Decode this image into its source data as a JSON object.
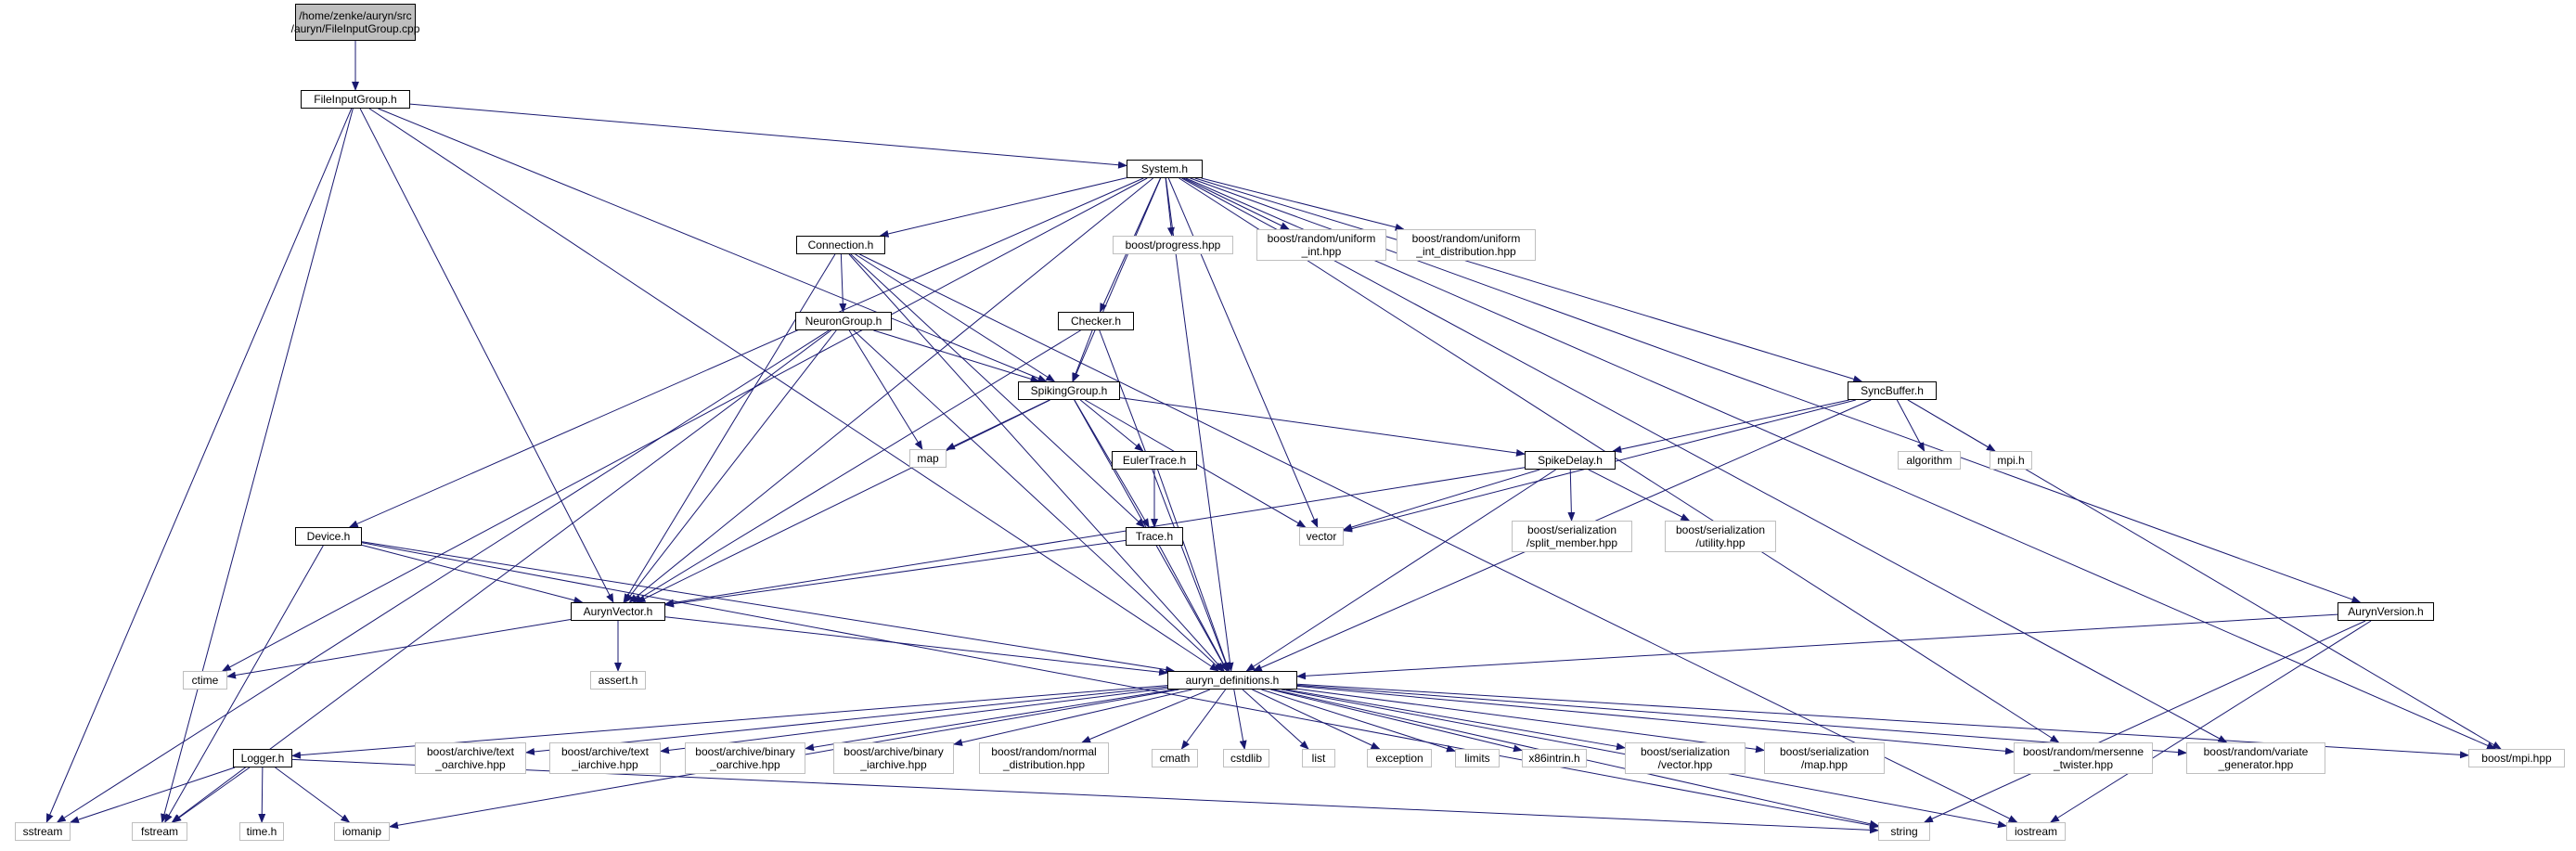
{
  "graph": {
    "title": "",
    "edge_color": "#191970",
    "root_fill": "#bfbfbf",
    "system_border": "#bfbfbf",
    "nodes": [
      {
        "id": "root",
        "label": "/home/zenke/auryn/src\n/auryn/FileInputGroup.cpp",
        "kind": "root"
      },
      {
        "id": "fileinputgroup",
        "label": "FileInputGroup.h",
        "kind": "local"
      },
      {
        "id": "system",
        "label": "System.h",
        "kind": "local"
      },
      {
        "id": "connection",
        "label": "Connection.h",
        "kind": "local"
      },
      {
        "id": "progress",
        "label": "boost/progress.hpp",
        "kind": "system"
      },
      {
        "id": "uniform_int",
        "label": "boost/random/uniform\n_int.hpp",
        "kind": "system"
      },
      {
        "id": "uniform_int_dist",
        "label": "boost/random/uniform\n_int_distribution.hpp",
        "kind": "system"
      },
      {
        "id": "neurongroup",
        "label": "NeuronGroup.h",
        "kind": "local"
      },
      {
        "id": "checker",
        "label": "Checker.h",
        "kind": "local"
      },
      {
        "id": "spikinggroup",
        "label": "SpikingGroup.h",
        "kind": "local"
      },
      {
        "id": "syncbuffer",
        "label": "SyncBuffer.h",
        "kind": "local"
      },
      {
        "id": "map",
        "label": "map",
        "kind": "system"
      },
      {
        "id": "eulertrace",
        "label": "EulerTrace.h",
        "kind": "local"
      },
      {
        "id": "spikedelay",
        "label": "SpikeDelay.h",
        "kind": "local"
      },
      {
        "id": "algorithm",
        "label": "algorithm",
        "kind": "system"
      },
      {
        "id": "mpih",
        "label": "mpi.h",
        "kind": "system"
      },
      {
        "id": "device",
        "label": "Device.h",
        "kind": "local"
      },
      {
        "id": "trace",
        "label": "Trace.h",
        "kind": "local"
      },
      {
        "id": "vector",
        "label": "vector",
        "kind": "system"
      },
      {
        "id": "split_member",
        "label": "boost/serialization\n/split_member.hpp",
        "kind": "system"
      },
      {
        "id": "utility",
        "label": "boost/serialization\n/utility.hpp",
        "kind": "system"
      },
      {
        "id": "aurynvector",
        "label": "AurynVector.h",
        "kind": "local"
      },
      {
        "id": "aurynversion",
        "label": "AurynVersion.h",
        "kind": "local"
      },
      {
        "id": "ctime",
        "label": "ctime",
        "kind": "system"
      },
      {
        "id": "asserth",
        "label": "assert.h",
        "kind": "system"
      },
      {
        "id": "auryn_definitions",
        "label": "auryn_definitions.h",
        "kind": "local"
      },
      {
        "id": "logger",
        "label": "Logger.h",
        "kind": "local"
      },
      {
        "id": "text_oarchive",
        "label": "boost/archive/text\n_oarchive.hpp",
        "kind": "system"
      },
      {
        "id": "text_iarchive",
        "label": "boost/archive/text\n_iarchive.hpp",
        "kind": "system"
      },
      {
        "id": "binary_oarchive",
        "label": "boost/archive/binary\n_oarchive.hpp",
        "kind": "system"
      },
      {
        "id": "binary_iarchive",
        "label": "boost/archive/binary\n_iarchive.hpp",
        "kind": "system"
      },
      {
        "id": "normal_dist",
        "label": "boost/random/normal\n_distribution.hpp",
        "kind": "system"
      },
      {
        "id": "cmath",
        "label": "cmath",
        "kind": "system"
      },
      {
        "id": "cstdlib",
        "label": "cstdlib",
        "kind": "system"
      },
      {
        "id": "list",
        "label": "list",
        "kind": "system"
      },
      {
        "id": "exception",
        "label": "exception",
        "kind": "system"
      },
      {
        "id": "limits",
        "label": "limits",
        "kind": "system"
      },
      {
        "id": "x86intrin",
        "label": "x86intrin.h",
        "kind": "system"
      },
      {
        "id": "ser_vector",
        "label": "boost/serialization\n/vector.hpp",
        "kind": "system"
      },
      {
        "id": "ser_map",
        "label": "boost/serialization\n/map.hpp",
        "kind": "system"
      },
      {
        "id": "mersenne",
        "label": "boost/random/mersenne\n_twister.hpp",
        "kind": "system"
      },
      {
        "id": "variate",
        "label": "boost/random/variate\n_generator.hpp",
        "kind": "system"
      },
      {
        "id": "boost_mpi",
        "label": "boost/mpi.hpp",
        "kind": "system"
      },
      {
        "id": "sstream",
        "label": "sstream",
        "kind": "system"
      },
      {
        "id": "fstream",
        "label": "fstream",
        "kind": "system"
      },
      {
        "id": "timeh",
        "label": "time.h",
        "kind": "system"
      },
      {
        "id": "iomanip",
        "label": "iomanip",
        "kind": "system"
      },
      {
        "id": "string",
        "label": "string",
        "kind": "system"
      },
      {
        "id": "iostream",
        "label": "iostream",
        "kind": "system"
      }
    ],
    "edges": [
      [
        "root",
        "fileinputgroup"
      ],
      [
        "fileinputgroup",
        "system"
      ],
      [
        "fileinputgroup",
        "spikinggroup"
      ],
      [
        "fileinputgroup",
        "aurynvector"
      ],
      [
        "fileinputgroup",
        "auryn_definitions"
      ],
      [
        "fileinputgroup",
        "sstream"
      ],
      [
        "fileinputgroup",
        "fstream"
      ],
      [
        "system",
        "connection"
      ],
      [
        "system",
        "progress"
      ],
      [
        "system",
        "uniform_int"
      ],
      [
        "system",
        "uniform_int_dist"
      ],
      [
        "system",
        "checker"
      ],
      [
        "system",
        "spikinggroup"
      ],
      [
        "system",
        "syncbuffer"
      ],
      [
        "system",
        "device"
      ],
      [
        "system",
        "aurynvector"
      ],
      [
        "system",
        "ctime"
      ],
      [
        "system",
        "vector"
      ],
      [
        "system",
        "auryn_definitions"
      ],
      [
        "system",
        "aurynversion"
      ],
      [
        "system",
        "mersenne"
      ],
      [
        "system",
        "variate"
      ],
      [
        "system",
        "boost_mpi"
      ],
      [
        "connection",
        "neurongroup"
      ],
      [
        "connection",
        "spikinggroup"
      ],
      [
        "connection",
        "trace"
      ],
      [
        "connection",
        "aurynvector"
      ],
      [
        "connection",
        "auryn_definitions"
      ],
      [
        "connection",
        "iostream"
      ],
      [
        "neurongroup",
        "spikinggroup"
      ],
      [
        "neurongroup",
        "map"
      ],
      [
        "neurongroup",
        "aurynvector"
      ],
      [
        "neurongroup",
        "auryn_definitions"
      ],
      [
        "neurongroup",
        "sstream"
      ],
      [
        "neurongroup",
        "fstream"
      ],
      [
        "checker",
        "spikinggroup"
      ],
      [
        "checker",
        "aurynvector"
      ],
      [
        "checker",
        "auryn_definitions"
      ],
      [
        "spikinggroup",
        "map"
      ],
      [
        "spikinggroup",
        "eulertrace"
      ],
      [
        "spikinggroup",
        "spikedelay"
      ],
      [
        "spikinggroup",
        "trace"
      ],
      [
        "spikinggroup",
        "vector"
      ],
      [
        "spikinggroup",
        "aurynvector"
      ],
      [
        "spikinggroup",
        "auryn_definitions"
      ],
      [
        "syncbuffer",
        "spikedelay"
      ],
      [
        "syncbuffer",
        "vector"
      ],
      [
        "syncbuffer",
        "algorithm"
      ],
      [
        "syncbuffer",
        "mpih"
      ],
      [
        "syncbuffer",
        "auryn_definitions"
      ],
      [
        "syncbuffer",
        "boost_mpi"
      ],
      [
        "eulertrace",
        "trace"
      ],
      [
        "eulertrace",
        "auryn_definitions"
      ],
      [
        "spikedelay",
        "vector"
      ],
      [
        "spikedelay",
        "split_member"
      ],
      [
        "spikedelay",
        "utility"
      ],
      [
        "spikedelay",
        "aurynvector"
      ],
      [
        "spikedelay",
        "auryn_definitions"
      ],
      [
        "trace",
        "aurynvector"
      ],
      [
        "trace",
        "auryn_definitions"
      ],
      [
        "device",
        "aurynvector"
      ],
      [
        "device",
        "auryn_definitions"
      ],
      [
        "device",
        "fstream"
      ],
      [
        "device",
        "string"
      ],
      [
        "aurynvector",
        "ctime"
      ],
      [
        "aurynvector",
        "asserth"
      ],
      [
        "aurynvector",
        "auryn_definitions"
      ],
      [
        "aurynversion",
        "auryn_definitions"
      ],
      [
        "aurynversion",
        "string"
      ],
      [
        "aurynversion",
        "iostream"
      ],
      [
        "auryn_definitions",
        "logger"
      ],
      [
        "auryn_definitions",
        "text_oarchive"
      ],
      [
        "auryn_definitions",
        "text_iarchive"
      ],
      [
        "auryn_definitions",
        "binary_oarchive"
      ],
      [
        "auryn_definitions",
        "binary_iarchive"
      ],
      [
        "auryn_definitions",
        "normal_dist"
      ],
      [
        "auryn_definitions",
        "cmath"
      ],
      [
        "auryn_definitions",
        "cstdlib"
      ],
      [
        "auryn_definitions",
        "list"
      ],
      [
        "auryn_definitions",
        "exception"
      ],
      [
        "auryn_definitions",
        "limits"
      ],
      [
        "auryn_definitions",
        "x86intrin"
      ],
      [
        "auryn_definitions",
        "ser_vector"
      ],
      [
        "auryn_definitions",
        "ser_map"
      ],
      [
        "auryn_definitions",
        "mersenne"
      ],
      [
        "auryn_definitions",
        "variate"
      ],
      [
        "auryn_definitions",
        "boost_mpi"
      ],
      [
        "auryn_definitions",
        "string"
      ],
      [
        "auryn_definitions",
        "iostream"
      ],
      [
        "auryn_definitions",
        "iomanip"
      ],
      [
        "logger",
        "sstream"
      ],
      [
        "logger",
        "fstream"
      ],
      [
        "logger",
        "timeh"
      ],
      [
        "logger",
        "iomanip"
      ],
      [
        "logger",
        "string"
      ]
    ]
  }
}
